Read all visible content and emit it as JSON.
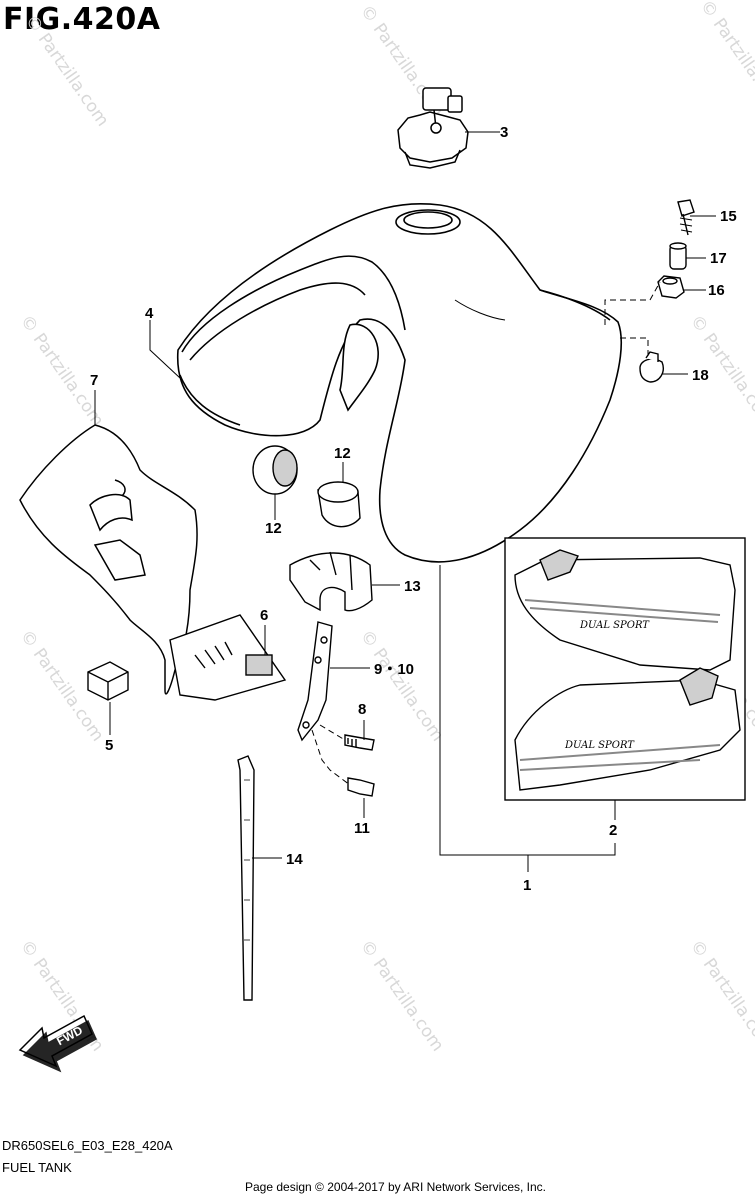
{
  "figure": {
    "title": "FIG.420A",
    "model_code": "DR650SEL6_E03_E28_420A",
    "section": "FUEL TANK",
    "copyright": "Page design © 2004-2017 by ARI Network Services, Inc."
  },
  "watermark": {
    "text": "© Partzilla.com",
    "center_text": "© Partzilla.com"
  },
  "callouts": {
    "c1": "1",
    "c2": "2",
    "c3": "3",
    "c4": "4",
    "c5": "5",
    "c6": "6",
    "c7": "7",
    "c8": "8",
    "c9_10": "9・10",
    "c11": "11",
    "c12a": "12",
    "c12b": "12",
    "c13": "13",
    "c14": "14",
    "c15": "15",
    "c16": "16",
    "c17": "17",
    "c18": "18"
  },
  "fwd_label": "FWD",
  "decal_text": "DUAL SPORT",
  "colors": {
    "line": "#000000",
    "shade": "#cfcfcf",
    "stripe": "#888888",
    "watermark": "#d8d8d8"
  }
}
